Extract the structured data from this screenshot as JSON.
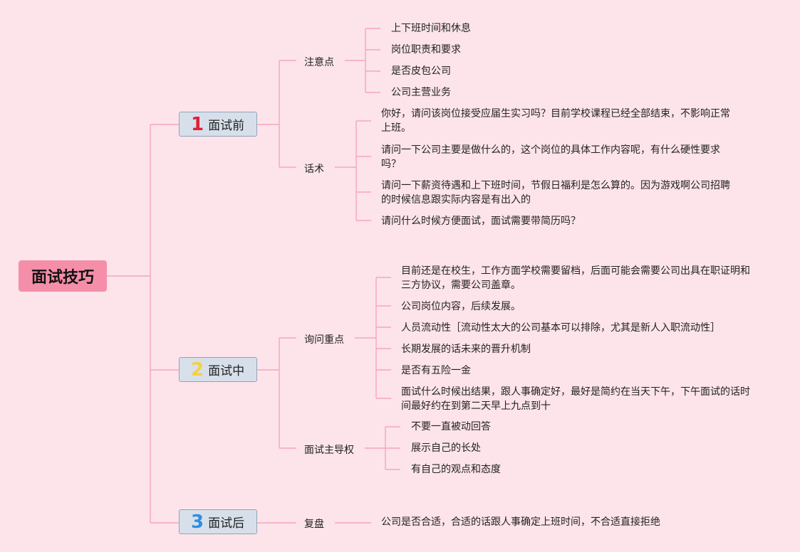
{
  "root": {
    "label": "面试技巧"
  },
  "stages": [
    {
      "number": "1",
      "label": "面试前",
      "color": "#e0203a",
      "topics": [
        {
          "label": "注意点",
          "items": [
            "上下班时间和休息",
            "岗位职责和要求",
            "是否皮包公司",
            "公司主营业务"
          ]
        },
        {
          "label": "话术",
          "items": [
            "你好，请问该岗位接受应届生实习吗？目前学校课程已经全部结束，不影响正常上班。",
            "请问一下公司主要是做什么的，这个岗位的具体工作内容呢，有什么硬性要求吗？",
            "请问一下薪资待遇和上下班时间，节假日福利是怎么算的。因为游戏啊公司招聘的时候信息跟实际内容是有出入的",
            "请问什么时候方便面试，面试需要带简历吗？"
          ]
        }
      ]
    },
    {
      "number": "2",
      "label": "面试中",
      "color": "#f3d23c",
      "topics": [
        {
          "label": "询问重点",
          "items": [
            "目前还是在校生，工作方面学校需要留档，后面可能会需要公司出具在职证明和三方协议，需要公司盖章。",
            "公司岗位内容，后续发展。",
            "人员流动性［流动性太大的公司基本可以排除，尤其是新人入职流动性］",
            "长期发展的话未来的晋升机制",
            "是否有五险一金",
            "面试什么时候出结果，跟人事确定好，最好是简约在当天下午，下午面试的话时间最好约在到第二天早上九点到十"
          ]
        },
        {
          "label": "面试主导权",
          "items": [
            "不要一直被动回答",
            "展示自己的长处",
            "有自己的观点和态度"
          ]
        }
      ]
    },
    {
      "number": "3",
      "label": "面试后",
      "color": "#2f8fe0",
      "topics": [
        {
          "label": "复盘",
          "items": [
            "公司是否合适，合适的话跟人事确定上班时间，不合适直接拒绝"
          ]
        }
      ]
    }
  ],
  "colors": {
    "background": "#fde4ea",
    "root_fill": "#f58ea9",
    "stage_fill": "#d7e0ea",
    "connector": "#f5a5bd"
  }
}
